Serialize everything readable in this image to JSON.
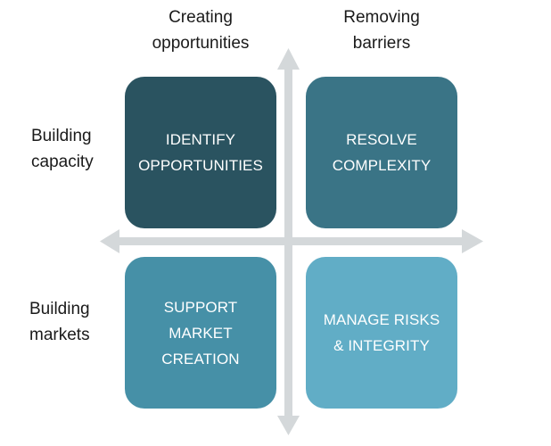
{
  "columns": [
    {
      "lines": [
        "Creating",
        "opportunities"
      ]
    },
    {
      "lines": [
        "Removing",
        "barriers"
      ]
    }
  ],
  "rows": [
    {
      "lines": [
        "Building",
        "capacity"
      ]
    },
    {
      "lines": [
        "Building",
        "markets"
      ]
    }
  ],
  "quadrants": [
    {
      "lines": [
        "IDENTIFY",
        "OPPORTUNITIES"
      ],
      "color": "#2a5360"
    },
    {
      "lines": [
        "RESOLVE",
        "COMPLEXITY"
      ],
      "color": "#3a7486"
    },
    {
      "lines": [
        "SUPPORT",
        "MARKET",
        "CREATION"
      ],
      "color": "#4690a7"
    },
    {
      "lines": [
        "MANAGE RISKS",
        "& INTEGRITY"
      ],
      "color": "#61adc6"
    }
  ],
  "axis_color": "#d4d8da"
}
